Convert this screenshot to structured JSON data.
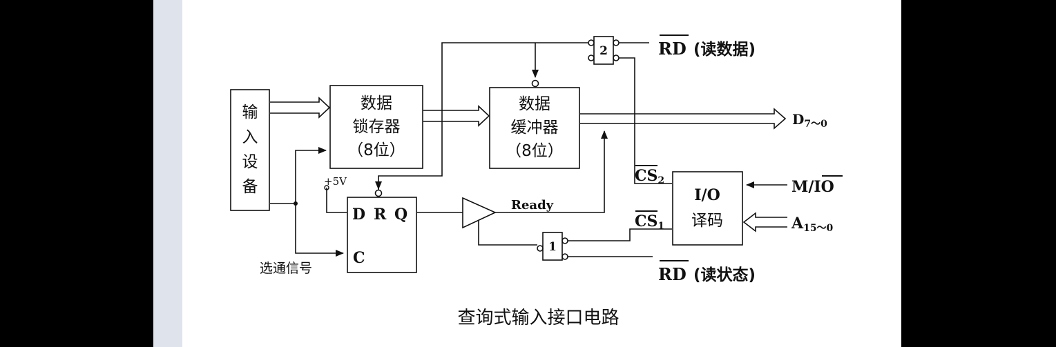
{
  "diagram": {
    "input_device": [
      "输",
      "入",
      "设",
      "备"
    ],
    "latch": {
      "line1": "数据",
      "line2": "锁存器",
      "line3": "（8位）"
    },
    "buffer": {
      "line1": "数据",
      "line2": "缓冲器",
      "line3": "（8位）"
    },
    "flipflop": {
      "d": "D",
      "r": "R",
      "q": "Q",
      "c": "C"
    },
    "decoder": {
      "line1": "I/O",
      "line2": "译码"
    },
    "gate2_label": "2",
    "gate1_label": "1",
    "plus5v": "+5V",
    "ready": "Ready",
    "strobe": "选通信号",
    "rd_top": {
      "signal": "RD",
      "note": "(读数据)"
    },
    "rd_bottom": {
      "signal": "RD",
      "note": "(读状态)"
    },
    "d_bus": {
      "base": "D",
      "sub": "7～0"
    },
    "cs2": {
      "base": "CS",
      "sub": "2"
    },
    "cs1": {
      "base": "CS",
      "sub": "1"
    },
    "mio": {
      "m": "M/",
      "io": "IO"
    },
    "addr": {
      "base": "A",
      "sub": "15～0"
    }
  },
  "caption": "查询式输入接口电路"
}
